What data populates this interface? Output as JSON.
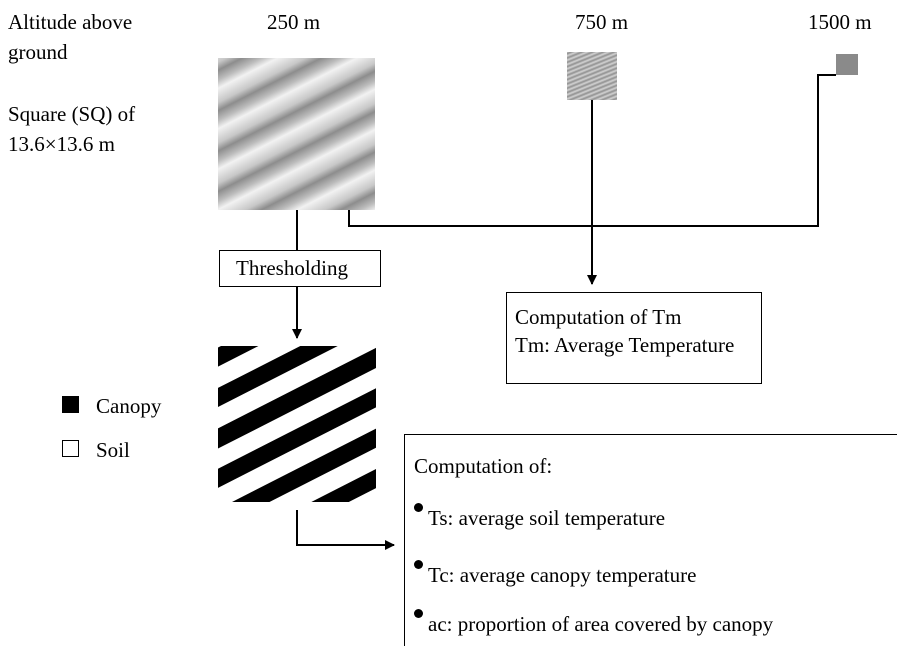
{
  "header": {
    "altitude_label_line1": "Altitude above",
    "altitude_label_line2": "ground",
    "square_label_line1": "Square (SQ) of",
    "square_label_line2": "13.6×13.6 m"
  },
  "altitudes": [
    "250 m",
    "750 m",
    "1500 m"
  ],
  "thresholding_label": "Thresholding",
  "tm_box": {
    "line1": "Computation of Tm",
    "line2": "Tm: Average Temperature"
  },
  "legend": {
    "canopy": "Canopy",
    "soil": "Soil"
  },
  "computation_box": {
    "title": "Computation of:",
    "items": [
      "Ts: average soil temperature",
      "Tc: average canopy temperature",
      "ac: proportion of area covered by canopy"
    ]
  }
}
